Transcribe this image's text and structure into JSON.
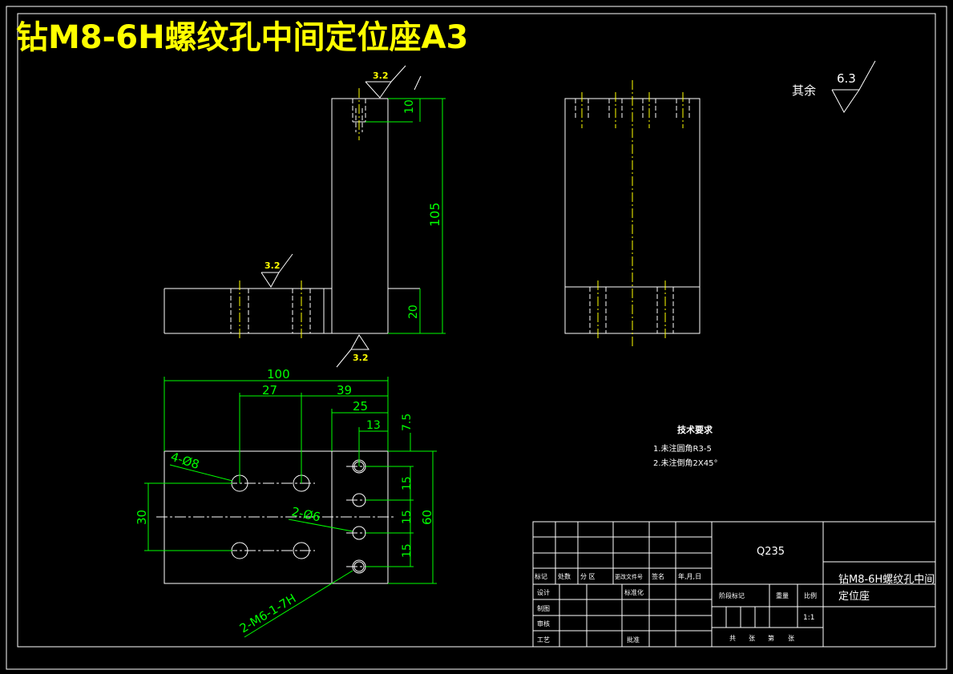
{
  "title": "钻M8-6H螺纹孔中间定位座A3",
  "colors": {
    "background": "#000000",
    "outline": "#ffffff",
    "dimension": "#00ff00",
    "centerline": "#ffff00",
    "title": "#ffff00",
    "hidden": "#ffffff"
  },
  "roughness": {
    "rest_label": "其余",
    "rest_value": "6.3",
    "front_top": "3.2",
    "front_step": "3.2",
    "front_bottom": "3.2"
  },
  "dimensions": {
    "front_top_10": "10",
    "front_105": "105",
    "front_20": "20",
    "top_100": "100",
    "top_27": "27",
    "top_39": "39",
    "top_25": "25",
    "top_13": "13",
    "top_7_5": "7.5",
    "top_15a": "15",
    "top_15b": "15",
    "top_15c": "15",
    "top_60": "60",
    "top_30": "30",
    "hole_4x8": "4-Ø8",
    "hole_2x6": "2-Ø6",
    "thread": "2-M6-1-7H"
  },
  "tech_requirements": {
    "heading": "技术要求",
    "item1": "1.未注圆角R3-5",
    "item2": "2.未注倒角2X45°"
  },
  "title_block": {
    "material": "Q235",
    "part_name_line1": "钻M8-6H螺纹孔中间",
    "part_name_line2": "定位座",
    "row_labels": [
      "标记",
      "处数",
      "分 区",
      "更改文件号",
      "签名",
      "年,月,日"
    ],
    "design": "设计",
    "standardization": "标准化",
    "drawing": "制图",
    "review": "审核",
    "process": "工艺",
    "approve": "批准",
    "stage_mark": "阶段标记",
    "weight": "重量",
    "scale_label": "比例",
    "scale_value": "1:1",
    "sheets": [
      "共",
      "张",
      "第",
      "张"
    ]
  }
}
